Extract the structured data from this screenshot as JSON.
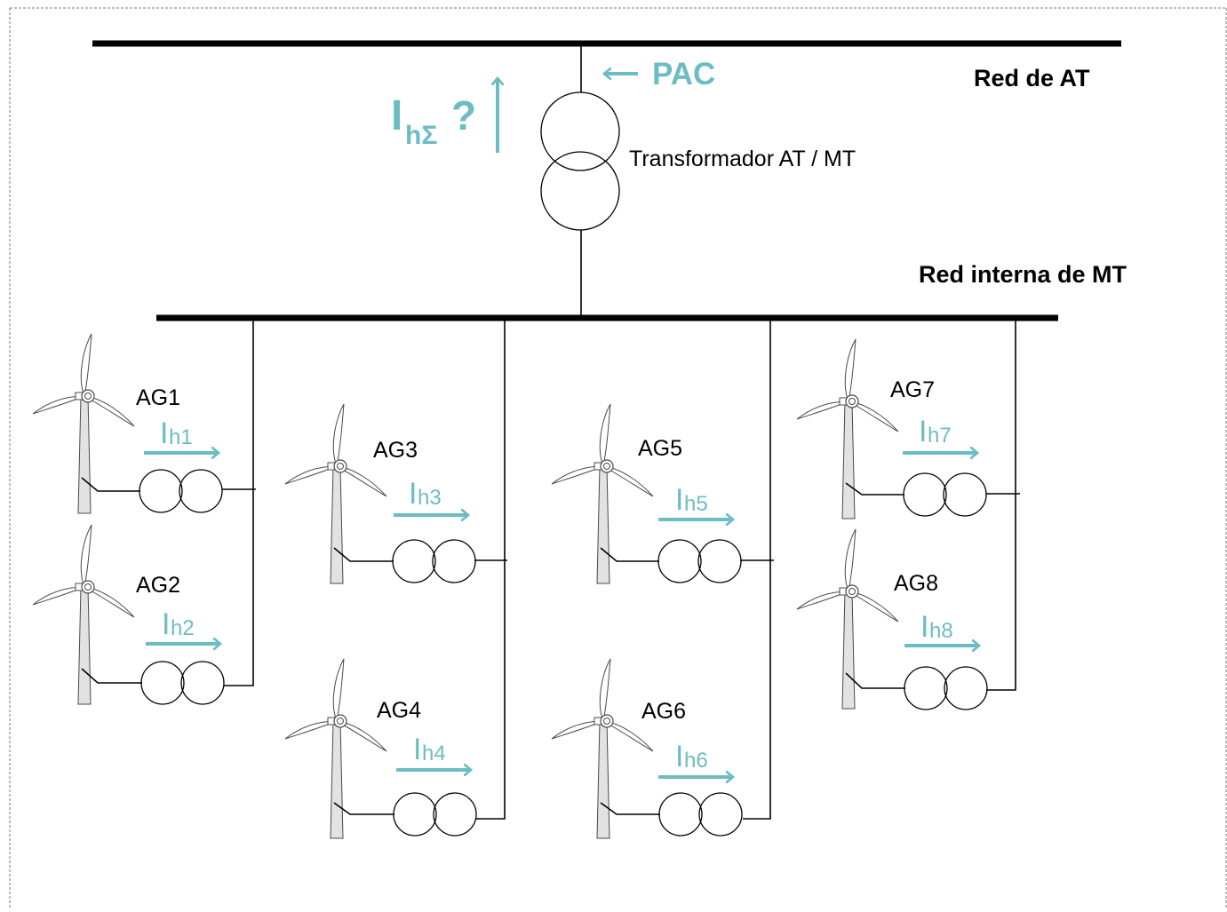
{
  "hv_grid": {
    "label": "Red de AT"
  },
  "mv_grid": {
    "label": "Red interna de MT"
  },
  "pcc": {
    "label": "PAC"
  },
  "main_transformer": {
    "label": "Transformador AT / MT"
  },
  "total_current": {
    "symbol": "I",
    "subscript": "hΣ",
    "question": "?"
  },
  "generators": [
    {
      "name": "AG1",
      "current_symbol": "I",
      "current_subscript": "h1"
    },
    {
      "name": "AG2",
      "current_symbol": "I",
      "current_subscript": "h2"
    },
    {
      "name": "AG3",
      "current_symbol": "I",
      "current_subscript": "h3"
    },
    {
      "name": "AG4",
      "current_symbol": "I",
      "current_subscript": "h4"
    },
    {
      "name": "AG5",
      "current_symbol": "I",
      "current_subscript": "h5"
    },
    {
      "name": "AG6",
      "current_symbol": "I",
      "current_subscript": "h6"
    },
    {
      "name": "AG7",
      "current_symbol": "I",
      "current_subscript": "h7"
    },
    {
      "name": "AG8",
      "current_symbol": "I",
      "current_subscript": "h8"
    }
  ],
  "colors": {
    "accent": "#6cbcc4",
    "line": "#000000",
    "tower": "#e2e2e2"
  }
}
